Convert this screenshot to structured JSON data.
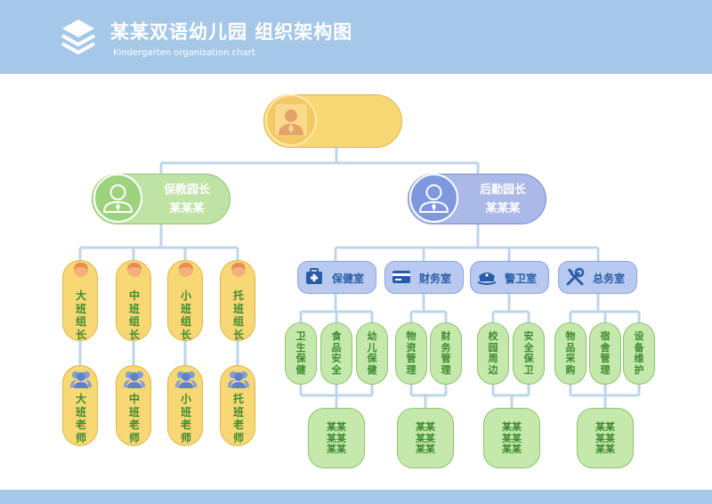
{
  "header": {
    "title": "某某双语幼儿园  组织架构图",
    "subtitle": "Kindergarten organization chart",
    "logo_icon": "layers-icon"
  },
  "colors": {
    "header_bg": "#a6c8e8",
    "connector": "#bcd6ec",
    "yellow": "#f7d874",
    "green": "#bfe3a4",
    "blue": "#aab9e8",
    "green_text": "#3d8a2e",
    "dept_text": "#2a5ba8"
  },
  "top": {
    "name": "",
    "role": "",
    "icon": "person-avatar-icon"
  },
  "education": {
    "title": "保教园长",
    "name": "某某某",
    "icon": "person-avatar-icon",
    "leads": [
      {
        "label": "大班组长",
        "chars": [
          "大",
          "班",
          "组",
          "长"
        ]
      },
      {
        "label": "中班组长",
        "chars": [
          "中",
          "班",
          "组",
          "长"
        ]
      },
      {
        "label": "小班组长",
        "chars": [
          "小",
          "班",
          "组",
          "长"
        ]
      },
      {
        "label": "托班组长",
        "chars": [
          "托",
          "班",
          "组",
          "长"
        ]
      }
    ],
    "teachers": [
      {
        "label": "大班老师",
        "chars": [
          "大",
          "班",
          "老",
          "师"
        ]
      },
      {
        "label": "中班老师",
        "chars": [
          "中",
          "班",
          "老",
          "师"
        ]
      },
      {
        "label": "小班老师",
        "chars": [
          "小",
          "班",
          "老",
          "师"
        ]
      },
      {
        "label": "托班老师",
        "chars": [
          "托",
          "班",
          "老",
          "师"
        ]
      }
    ]
  },
  "logistics": {
    "title": "后勤园长",
    "name": "某某某",
    "icon": "person-avatar-icon",
    "departments": [
      {
        "label": "保健室",
        "icon": "medical-kit-icon",
        "subs": [
          {
            "chars": [
              "卫",
              "生",
              "保",
              "健"
            ]
          },
          {
            "chars": [
              "食",
              "品",
              "安",
              "全"
            ]
          },
          {
            "chars": [
              "幼",
              "儿",
              "保",
              "健"
            ]
          }
        ],
        "staff": [
          "某某",
          "某某",
          "某某"
        ]
      },
      {
        "label": "财务室",
        "icon": "credit-card-icon",
        "subs": [
          {
            "chars": [
              "物",
              "资",
              "管",
              "理"
            ]
          },
          {
            "chars": [
              "财",
              "务",
              "管",
              "理"
            ]
          }
        ],
        "staff": [
          "某某",
          "某某",
          "某某"
        ]
      },
      {
        "label": "警卫室",
        "icon": "guard-cap-icon",
        "subs": [
          {
            "chars": [
              "校",
              "园",
              "周",
              "边"
            ]
          },
          {
            "chars": [
              "安",
              "全",
              "保",
              "卫"
            ]
          }
        ],
        "staff": [
          "某某",
          "某某",
          "某某"
        ]
      },
      {
        "label": "总务室",
        "icon": "tools-icon",
        "subs": [
          {
            "chars": [
              "物",
              "品",
              "采",
              "购"
            ]
          },
          {
            "chars": [
              "宿",
              "舍",
              "管",
              "理"
            ]
          },
          {
            "chars": [
              "设",
              "备",
              "维",
              "护"
            ]
          }
        ],
        "staff": [
          "某某",
          "某某",
          "某某"
        ]
      }
    ]
  }
}
